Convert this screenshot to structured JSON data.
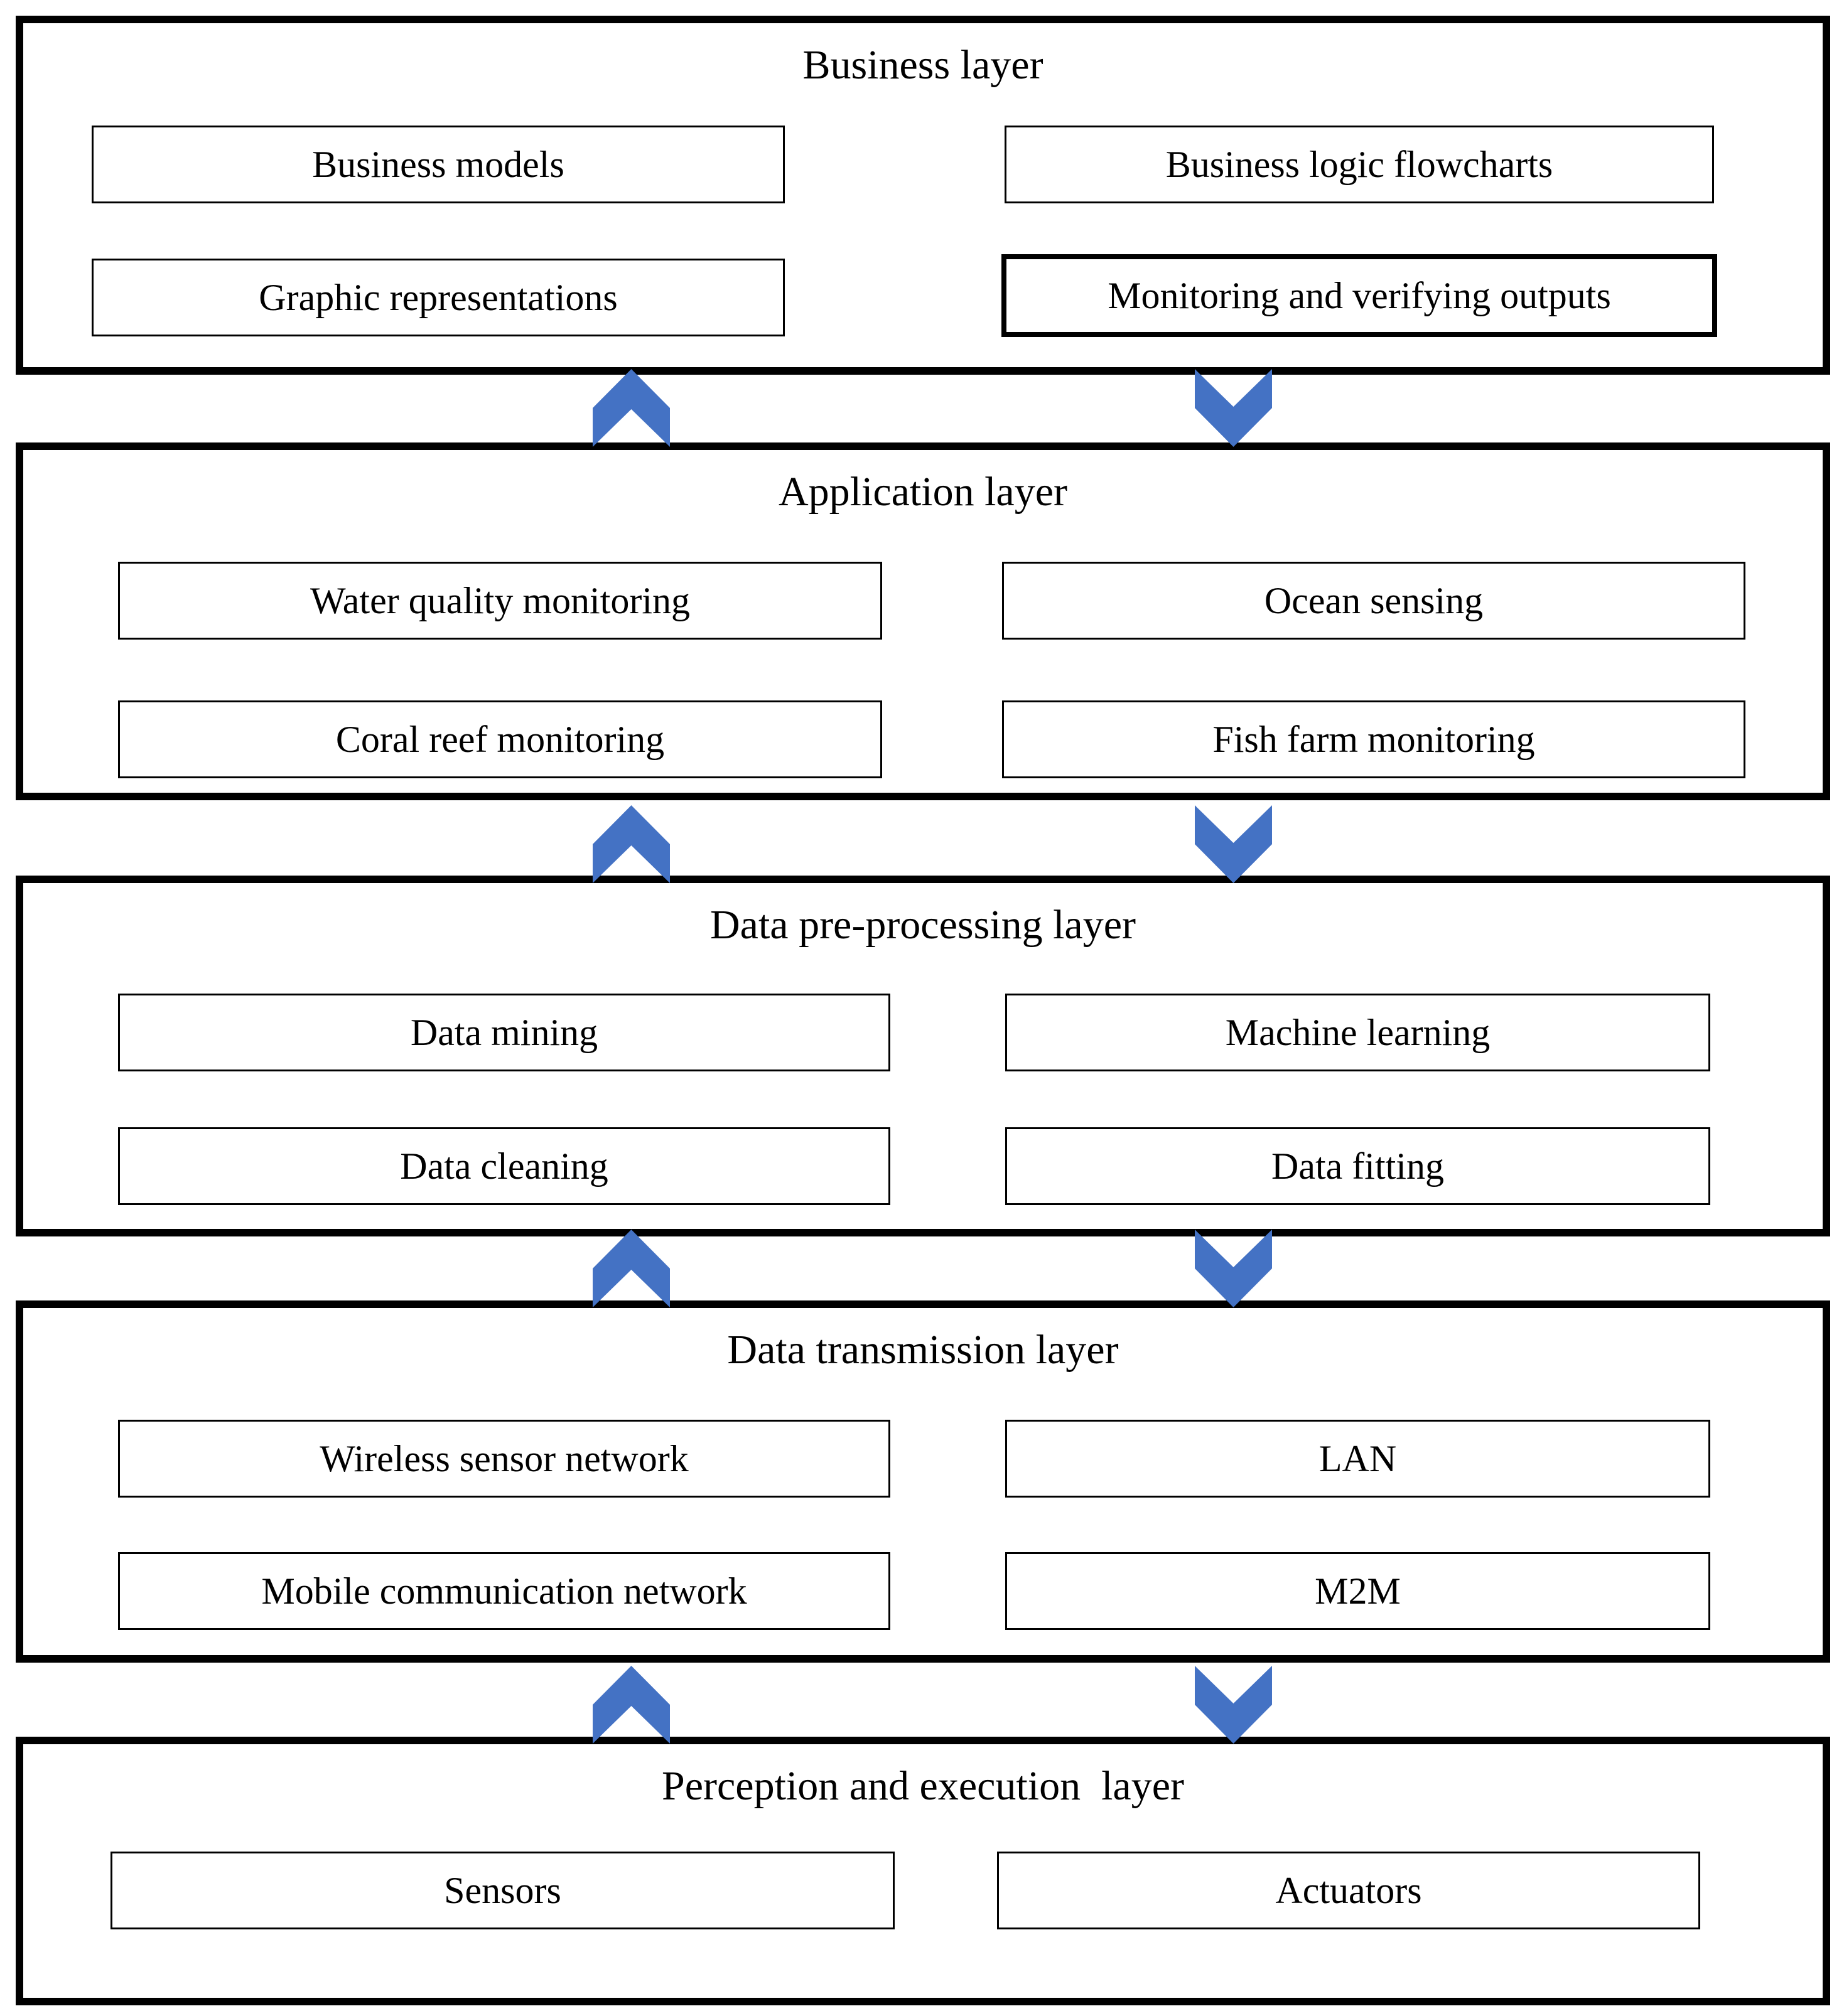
{
  "diagram": {
    "arrow_color": "#4472C4",
    "border_color": "#000000",
    "background_color": "#ffffff",
    "layers": [
      {
        "title": "Business layer",
        "boxes": [
          "Business models",
          "Business logic flowcharts",
          "Graphic representations",
          "Monitoring and verifying outputs"
        ]
      },
      {
        "title": "Application layer",
        "boxes": [
          "Water quality monitoring",
          "Ocean sensing",
          "Coral reef monitoring",
          "Fish farm monitoring"
        ]
      },
      {
        "title": "Data pre-processing layer",
        "boxes": [
          "Data mining",
          "Machine learning",
          "Data cleaning",
          "Data fitting"
        ]
      },
      {
        "title": "Data transmission layer",
        "boxes": [
          "Wireless sensor network",
          "LAN",
          "Mobile communication network",
          "M2M"
        ]
      },
      {
        "title": "Perception and execution  layer",
        "boxes": [
          "Sensors",
          "Actuators"
        ]
      }
    ]
  }
}
